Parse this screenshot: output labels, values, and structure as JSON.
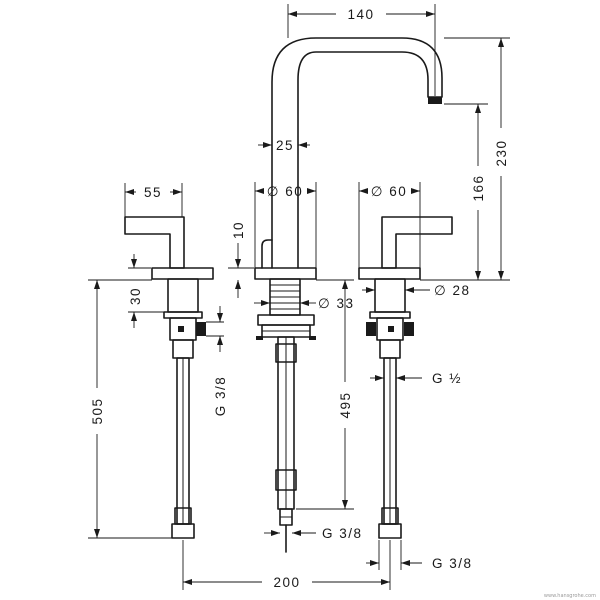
{
  "dimensions": {
    "spout_reach": "140",
    "spout_tube": "25",
    "spout_height": "230",
    "outlet_height": "166",
    "handle_length": "55",
    "rosette_center": "∅ 60",
    "rosette_right": "∅ 60",
    "lever_pin": "10",
    "rosette_height": "30",
    "body_center": "∅ 33",
    "body_right": "∅ 28",
    "thread_left": "G 3/8",
    "thread_right": "G ½",
    "hose_length": "505",
    "shank_length": "495",
    "connector_center": "G 3/8",
    "connector_right": "G 3/8",
    "spacing": "200"
  },
  "watermark": "www.hansgrohe.com"
}
